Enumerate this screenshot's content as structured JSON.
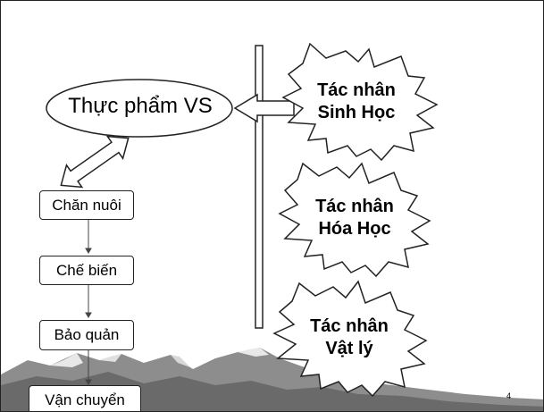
{
  "diagram": {
    "center_label": "Thực phẩm VS",
    "process_steps": [
      "Chăn nuôi",
      "Chế biến",
      "Bảo quản",
      "Vận chuyển"
    ],
    "agents": [
      {
        "line1": "Tác nhân",
        "line2": "Sinh Học"
      },
      {
        "line1": "Tác nhân",
        "line2": "Hóa Học"
      },
      {
        "line1": "Tác nhân",
        "line2": "Vật lý"
      }
    ]
  },
  "slide": {
    "page_number": "4"
  }
}
